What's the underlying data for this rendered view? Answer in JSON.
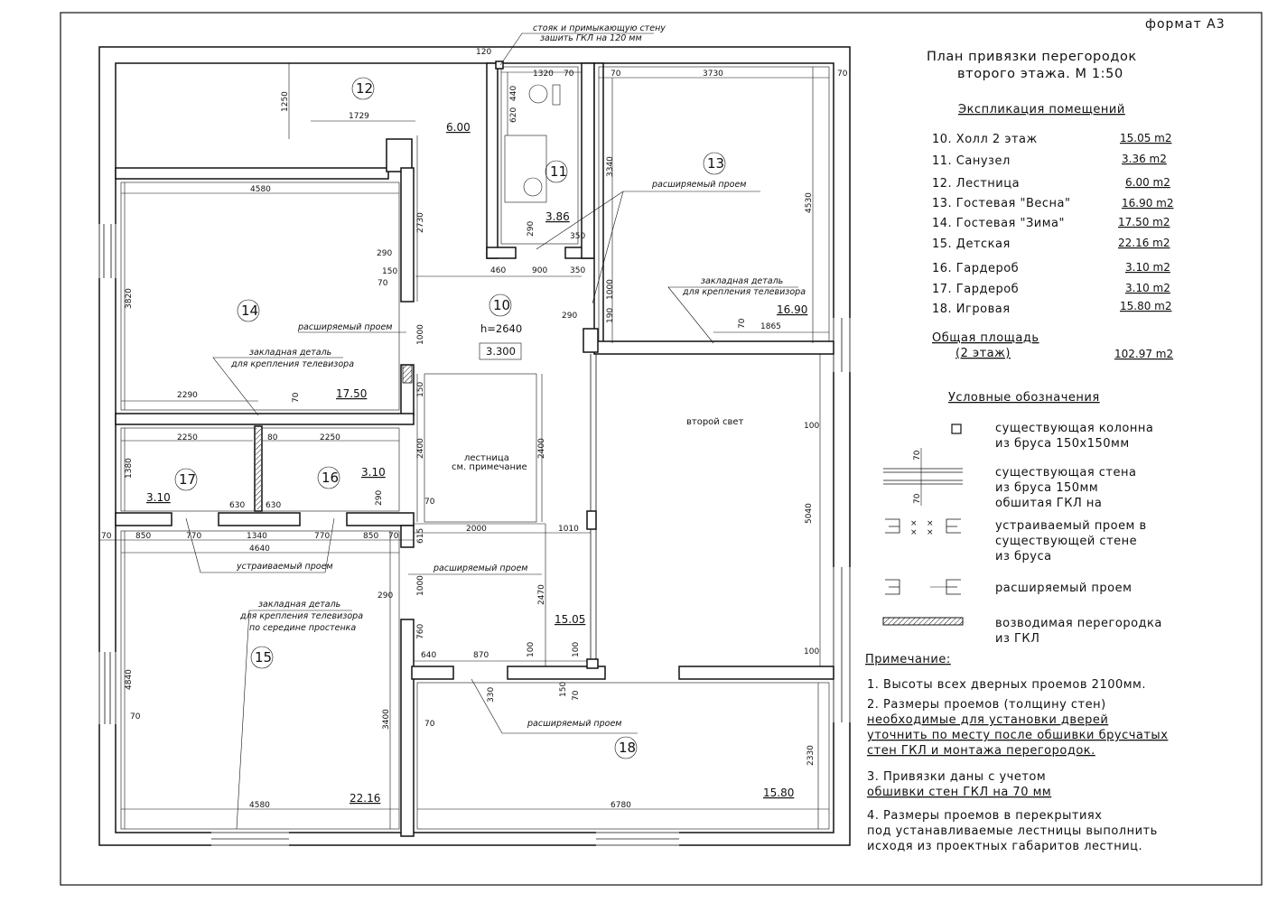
{
  "sheet": {
    "format": "формат А3"
  },
  "title": {
    "line1": "План привязки перегородок",
    "line2": "второго этажа. М 1:50"
  },
  "explication": {
    "heading": "Экспликация помещений",
    "rooms": [
      {
        "name": "10. Холл 2 этаж",
        "area": "15.05 m2"
      },
      {
        "name": "11. Санузел",
        "area": "3.36 m2"
      },
      {
        "name": "12. Лестница",
        "area": "6.00 m2"
      },
      {
        "name": "13. Гостевая \"Весна\"",
        "area": "16.90 m2"
      },
      {
        "name": "14. Гостевая \"Зима\"",
        "area": "17.50 m2"
      },
      {
        "name": "15. Детская",
        "area": "22.16 m2"
      },
      {
        "name": "16. Гардероб",
        "area": "3.10 m2"
      },
      {
        "name": "17. Гардероб",
        "area": "3.10 m2"
      },
      {
        "name": "18. Игровая",
        "area": "15.80 m2"
      }
    ],
    "total_label_1": "Общая площадь",
    "total_label_2": "(2 этаж)",
    "total_area": "102.97 m2"
  },
  "legend": {
    "heading": "Условные обозначения",
    "items": [
      {
        "icon": "column-square",
        "line1": "существующая колонна",
        "line2": "из бруса 150х150мм",
        "line3": ""
      },
      {
        "icon": "double-wall",
        "line1": "существующая стена",
        "line2": "из бруса 150мм",
        "line3": "обшитая ГКЛ на"
      },
      {
        "icon": "new-opening",
        "line1": "устраиваемый проем в",
        "line2": "существующей стене",
        "line3": "из бруса"
      },
      {
        "icon": "widened-opening",
        "line1": "расширяемый проем",
        "line2": "",
        "line3": ""
      },
      {
        "icon": "gkl-partition",
        "line1": "возводимая перегородка",
        "line2": "из ГКЛ",
        "line3": ""
      }
    ]
  },
  "notes": {
    "heading": "Примечание:",
    "n1": "1. Высоты всех дверных проемов 2100мм.",
    "n2_1": "2. Размеры проемов (толщину стен)",
    "n2_2": "необходимые для установки дверей",
    "n2_3": "уточнить по месту после обшивки брусчатых",
    "n2_4": "стен ГКЛ и монтажа перегородок.",
    "n3_1": "3. Привязки даны с учетом",
    "n3_2": "обшивки стен ГКЛ на 70 мм",
    "n4_1": "4. Размеры проемов в перекрытиях",
    "n4_2": "под устанавливаемые лестницы выполнить",
    "n4_3": "исходя из проектных габаритов лестниц."
  },
  "plan": {
    "rooms": {
      "r10": "10",
      "r11": "11",
      "r12": "12",
      "r13": "13",
      "r14": "14",
      "r15": "15",
      "r16": "16",
      "r17": "17",
      "r18": "18"
    },
    "areas": {
      "a10": "15.05",
      "a11": "3.86",
      "a12": "6.00",
      "a13": "16.90",
      "a14": "17.50",
      "a15": "22.16",
      "a16": "3.10",
      "a17": "3.10",
      "a18": "15.80"
    },
    "texts": {
      "riser_1": "стояк и примыкающую стену",
      "riser_2": "зашить ГКЛ на 120 мм",
      "widened": "расширяемый проем",
      "embed_1": "закладная деталь",
      "embed_2": "для крепления телевизора",
      "embed_3": "по середине простенка",
      "new_opening": "устраиваемый проем",
      "second_light": "второй свет",
      "stair_1": "лестница",
      "stair_2": "см. примечание",
      "height": "h=2640",
      "level": "3.300"
    },
    "dims": {
      "d120": "120",
      "d1320": "1320",
      "d70": "70",
      "d3730": "3730",
      "d440": "440",
      "d620": "620",
      "d1250": "1250",
      "d1729": "1729",
      "d4580": "4580",
      "d2730": "2730",
      "d290": "290",
      "d150": "150",
      "d3340": "3340",
      "d4530": "4530",
      "d350": "350",
      "d460": "460",
      "d900": "900",
      "d1000": "1000",
      "d190": "190",
      "d1865": "1865",
      "d3820": "3820",
      "d2290": "2290",
      "d2250": "2250",
      "d80": "80",
      "d1380": "1380",
      "d630": "630",
      "d2400": "2400",
      "d2000": "2000",
      "d1010": "1010",
      "d850": "850",
      "d770": "770",
      "d1340": "1340",
      "d4640": "4640",
      "d615": "615",
      "d5040": "5040",
      "d100": "100",
      "d2470": "2470",
      "d760": "760",
      "d640": "640",
      "d870": "870",
      "d330": "330",
      "d4840": "4840",
      "d3400": "3400",
      "d6780": "6780",
      "d2330": "2330"
    }
  }
}
